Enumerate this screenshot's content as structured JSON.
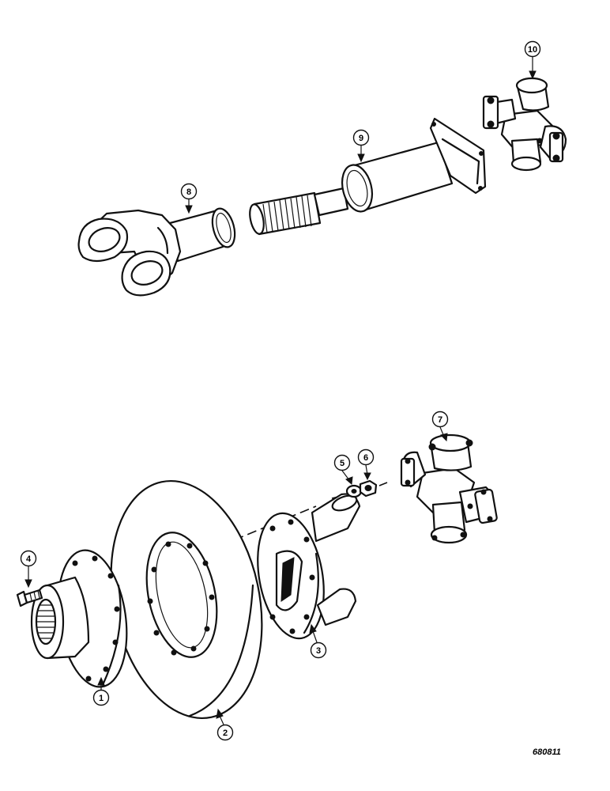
{
  "parts": [
    {
      "id": "part-1",
      "label": "1"
    },
    {
      "id": "part-2",
      "label": "2"
    },
    {
      "id": "part-3",
      "label": "3"
    },
    {
      "id": "part-4",
      "label": "4"
    },
    {
      "id": "part-5",
      "label": "5"
    },
    {
      "id": "part-6",
      "label": "6"
    },
    {
      "id": "part-7",
      "label": "7"
    },
    {
      "id": "part-8",
      "label": "8"
    },
    {
      "id": "part-9",
      "label": "9"
    },
    {
      "id": "part-10",
      "label": "10"
    }
  ],
  "drawing_code": "680811"
}
